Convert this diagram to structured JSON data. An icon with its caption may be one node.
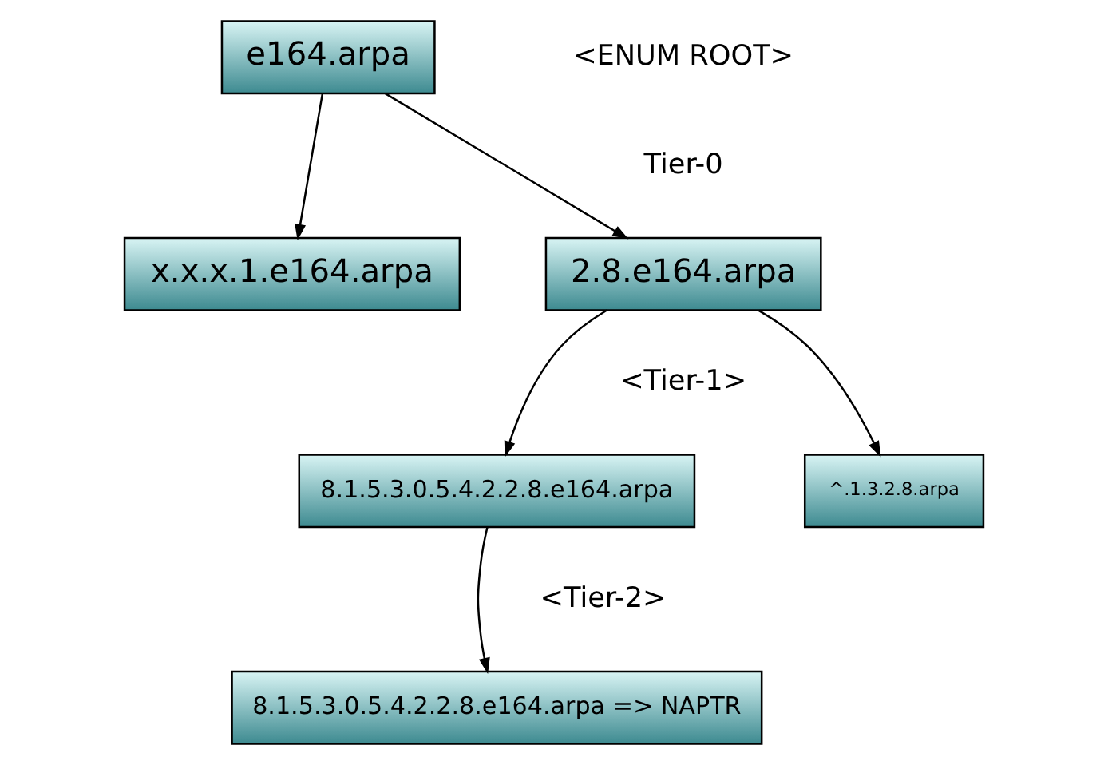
{
  "diagram": {
    "nodes": [
      {
        "text": [
          "e164.arpa"
        ]
      },
      {
        "text": [
          "2.8.e164.arpa"
        ]
      },
      {
        "text": [
          "x.x.x.1.e164.arpa"
        ]
      },
      {
        "text": [
          "8.1.5.3.0.5.4.2.2.8.e164.arpa"
        ]
      },
      {
        "text": [
          "^.1.3.2.8.arpa"
        ]
      },
      {
        "text": [
          "8.1.5.3.0.5.4.2.2.8.e164.arpa => NAPTR"
        ]
      }
    ],
    "edges": [
      {
        "from": 0,
        "to": 1,
        "arrow": "to"
      },
      {
        "from": 0,
        "to": 2,
        "arrow": "to"
      },
      {
        "from": 1,
        "to": 3,
        "arrow": "to"
      },
      {
        "from": 1,
        "to": 4,
        "arrow": "to"
      },
      {
        "from": 3,
        "to": 5,
        "arrow": "to"
      }
    ],
    "labels": [
      "<ENUM ROOT>",
      "Tier-0",
      "<Tier-1>",
      "<Tier-2>"
    ]
  }
}
